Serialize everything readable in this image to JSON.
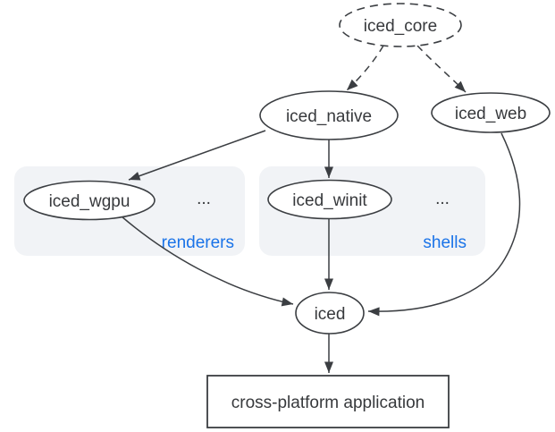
{
  "colors": {
    "background": "#ffffff",
    "line": "#3b3e42",
    "text": "#37393c",
    "accent_blue": "#1a73e8",
    "group_background": "#f1f3f6"
  },
  "nodes": {
    "iced_core": {
      "label": "iced_core"
    },
    "iced_native": {
      "label": "iced_native"
    },
    "iced_web": {
      "label": "iced_web"
    },
    "iced_wgpu": {
      "label": "iced_wgpu"
    },
    "iced_winit": {
      "label": "iced_winit"
    },
    "iced": {
      "label": "iced"
    },
    "app": {
      "label": "cross-platform application"
    }
  },
  "groups": {
    "renderers": {
      "label": "renderers",
      "ellipsis": "..."
    },
    "shells": {
      "label": "shells",
      "ellipsis": "..."
    }
  },
  "edges": [
    {
      "from": "iced_core",
      "to": "iced_native",
      "style": "dashed"
    },
    {
      "from": "iced_core",
      "to": "iced_web",
      "style": "dashed"
    },
    {
      "from": "iced_native",
      "to": "iced_wgpu",
      "style": "solid"
    },
    {
      "from": "iced_native",
      "to": "iced_winit",
      "style": "solid"
    },
    {
      "from": "iced_wgpu",
      "to": "iced",
      "style": "solid"
    },
    {
      "from": "iced_winit",
      "to": "iced",
      "style": "solid"
    },
    {
      "from": "iced_web",
      "to": "iced",
      "style": "solid"
    },
    {
      "from": "iced",
      "to": "app",
      "style": "solid"
    }
  ]
}
